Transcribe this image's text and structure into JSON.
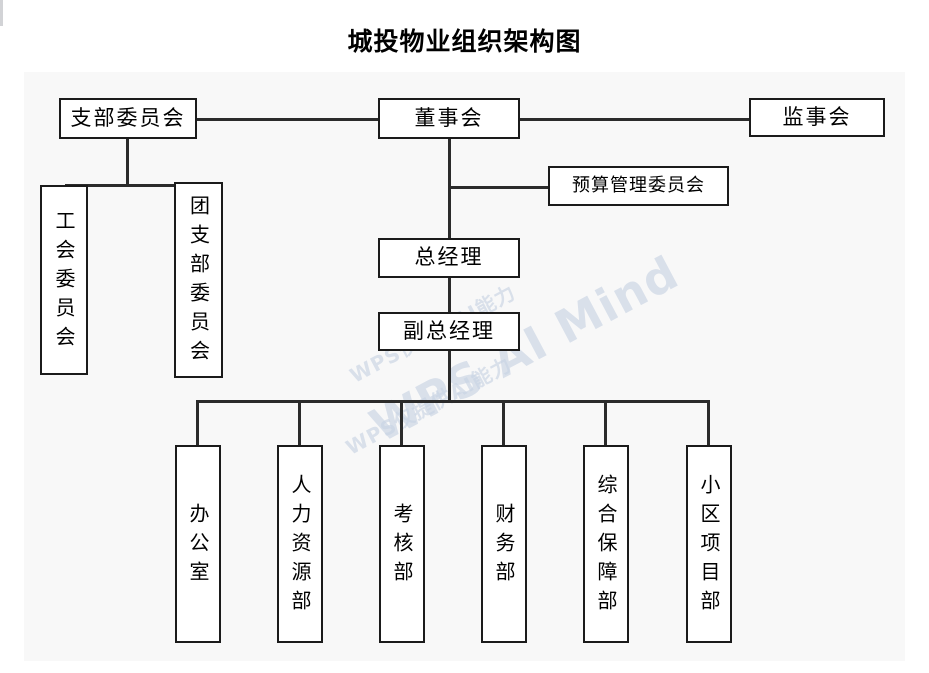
{
  "title": "城投物业组织架构图",
  "watermark": {
    "line1": "WPS AI Mind",
    "line2": "WPS仅提供AI能力"
  },
  "chart_data": {
    "type": "diagram",
    "subtype": "organization-chart",
    "title": "城投物业组织架构图",
    "orientation": "top-down",
    "nodes": [
      {
        "id": "party_branch",
        "label": "支部委员会",
        "level": 0,
        "text_orientation": "horizontal"
      },
      {
        "id": "board",
        "label": "董事会",
        "level": 0,
        "text_orientation": "horizontal"
      },
      {
        "id": "supervisors",
        "label": "监事会",
        "level": 0,
        "text_orientation": "horizontal"
      },
      {
        "id": "budget_committee",
        "label": "预算管理委员会",
        "level": 1,
        "text_orientation": "horizontal"
      },
      {
        "id": "labor_union",
        "label": "工会委员会",
        "level": 1,
        "text_orientation": "vertical"
      },
      {
        "id": "youth_league",
        "label": "团支部委员会",
        "level": 1,
        "text_orientation": "vertical"
      },
      {
        "id": "general_manager",
        "label": "总经理",
        "level": 2,
        "text_orientation": "horizontal"
      },
      {
        "id": "deputy_manager",
        "label": "副总经理",
        "level": 3,
        "text_orientation": "horizontal"
      },
      {
        "id": "office",
        "label": "办公室",
        "level": 4,
        "text_orientation": "vertical"
      },
      {
        "id": "hr",
        "label": "人力资源部",
        "level": 4,
        "text_orientation": "vertical"
      },
      {
        "id": "assessment",
        "label": "考核部",
        "level": 4,
        "text_orientation": "vertical"
      },
      {
        "id": "finance",
        "label": "财务部",
        "level": 4,
        "text_orientation": "vertical"
      },
      {
        "id": "support",
        "label": "综合保障部",
        "level": 4,
        "text_orientation": "vertical"
      },
      {
        "id": "community",
        "label": "小区项目部",
        "level": 4,
        "text_orientation": "vertical"
      }
    ],
    "edges": [
      {
        "from": "party_branch",
        "to": "board"
      },
      {
        "from": "board",
        "to": "supervisors"
      },
      {
        "from": "board",
        "to": "budget_committee"
      },
      {
        "from": "board",
        "to": "general_manager"
      },
      {
        "from": "party_branch",
        "to": "labor_union"
      },
      {
        "from": "party_branch",
        "to": "youth_league"
      },
      {
        "from": "general_manager",
        "to": "deputy_manager"
      },
      {
        "from": "deputy_manager",
        "to": "office"
      },
      {
        "from": "deputy_manager",
        "to": "hr"
      },
      {
        "from": "deputy_manager",
        "to": "assessment"
      },
      {
        "from": "deputy_manager",
        "to": "finance"
      },
      {
        "from": "deputy_manager",
        "to": "support"
      },
      {
        "from": "deputy_manager",
        "to": "community"
      }
    ],
    "colors": {
      "box_border": "#1b1b1b",
      "box_fill": "#ffffff",
      "line": "#2b2b2b",
      "canvas": "#f8f8f8",
      "text": "#000000",
      "watermark": "#c9d4e4"
    }
  }
}
